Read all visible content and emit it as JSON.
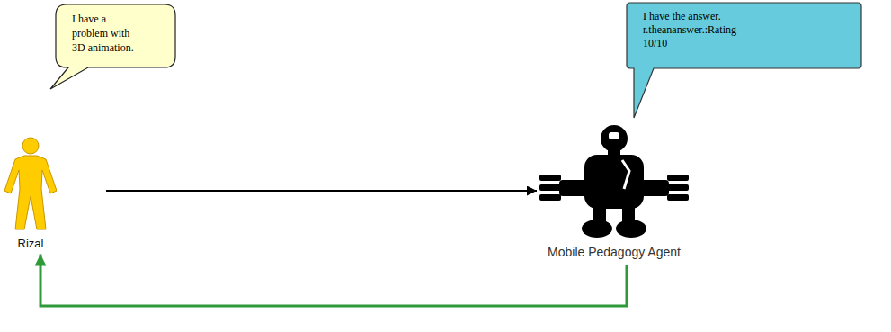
{
  "diagram": {
    "nodes": [
      {
        "text": [
          "I have a problem with 3D animation."
        ]
      },
      {
        "text": [
          "I have the answer. r.theananswer.:Rating 10/10"
        ]
      },
      {
        "text": [
          "Rizal"
        ]
      },
      {
        "text": [
          "Mobile Pedagogy Agent"
        ]
      }
    ],
    "edges": [
      {
        "from": 2,
        "to": 3,
        "arrow": "to"
      },
      {
        "from": 3,
        "to": 2,
        "arrow": "to"
      }
    ]
  }
}
